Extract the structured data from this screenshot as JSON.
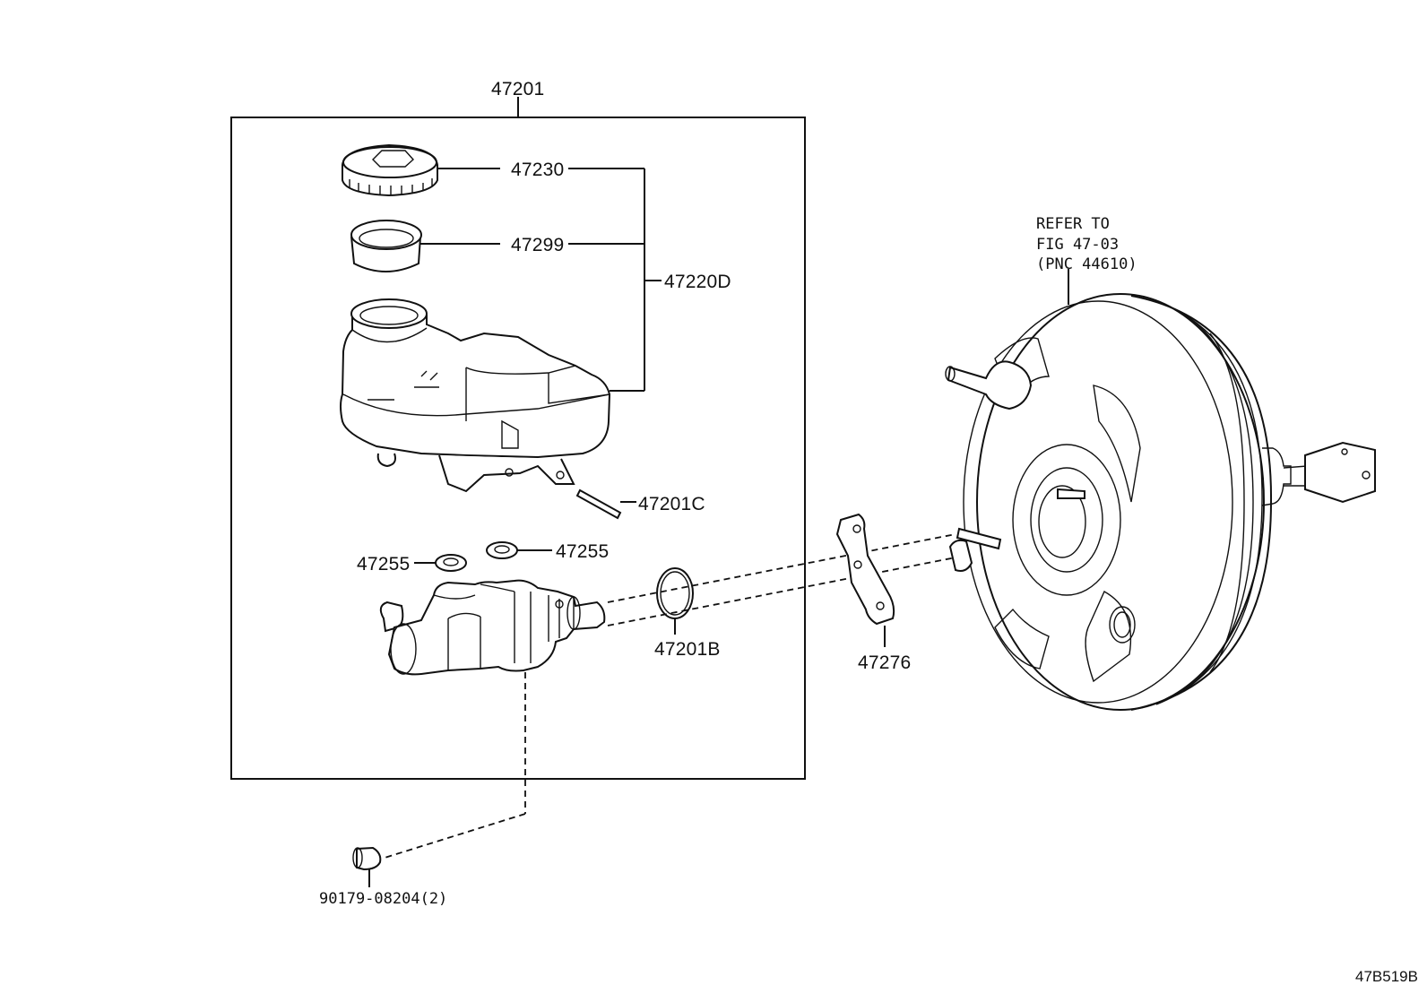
{
  "diagram": {
    "assembly_label": "47201",
    "labels": {
      "cap": "47230",
      "strainer": "47299",
      "reservoir_set": "47220D",
      "pin": "47201C",
      "grommet_left": "47255",
      "grommet_right": "47255",
      "o_ring": "47201B",
      "plate": "47276",
      "plug": "90179-08204(2)"
    },
    "refer_note": {
      "line1": "REFER TO",
      "line2": "FIG 47-03",
      "line3": "(PNC 44610)"
    },
    "figure_code": "47B519B"
  }
}
